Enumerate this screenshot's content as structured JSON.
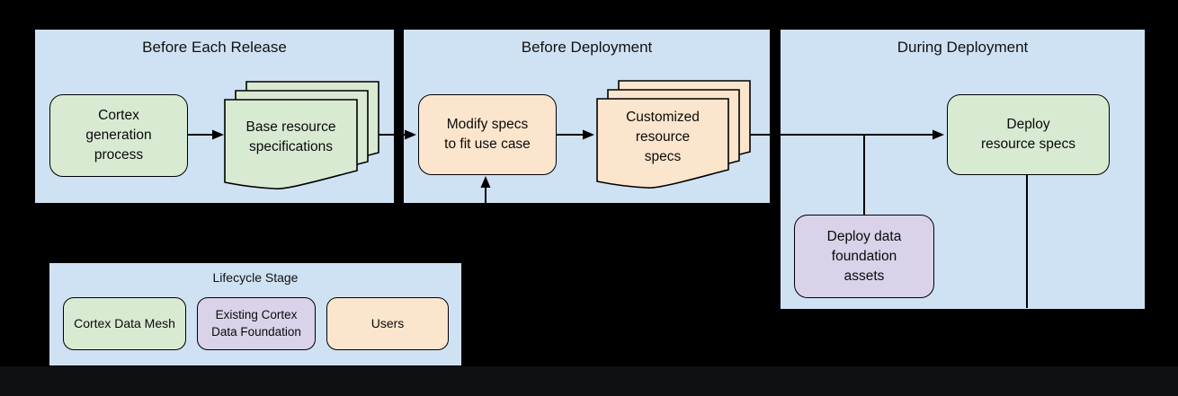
{
  "colors": {
    "panel_fill": "#cfe2f3",
    "green_fill": "#d9ead3",
    "peach_fill": "#fce5cd",
    "purple_fill": "#d9d2e9",
    "stroke": "#000000",
    "background": "#000000",
    "page_strip": "#0e0f10"
  },
  "panels": [
    {
      "title": "Before Each Release"
    },
    {
      "title": "Before Deployment"
    },
    {
      "title": "During Deployment"
    }
  ],
  "nodes": {
    "cortex_generation": "Cortex generation process",
    "base_resource_specs": "Base resource specifications",
    "modify_specs": "Modify specs to fit use case",
    "customized_specs": "Customized resource specs",
    "deploy_resource_specs": "Deploy resource specs",
    "deploy_data_foundation": "Deploy data foundation assets"
  },
  "legend": {
    "title": "Lifecycle Stage",
    "items": [
      {
        "label": "Cortex Data Mesh",
        "color": "#d9ead3"
      },
      {
        "label": "Existing Cortex Data Foundation",
        "color": "#d9d2e9"
      },
      {
        "label": "Users",
        "color": "#fce5cd"
      }
    ]
  }
}
